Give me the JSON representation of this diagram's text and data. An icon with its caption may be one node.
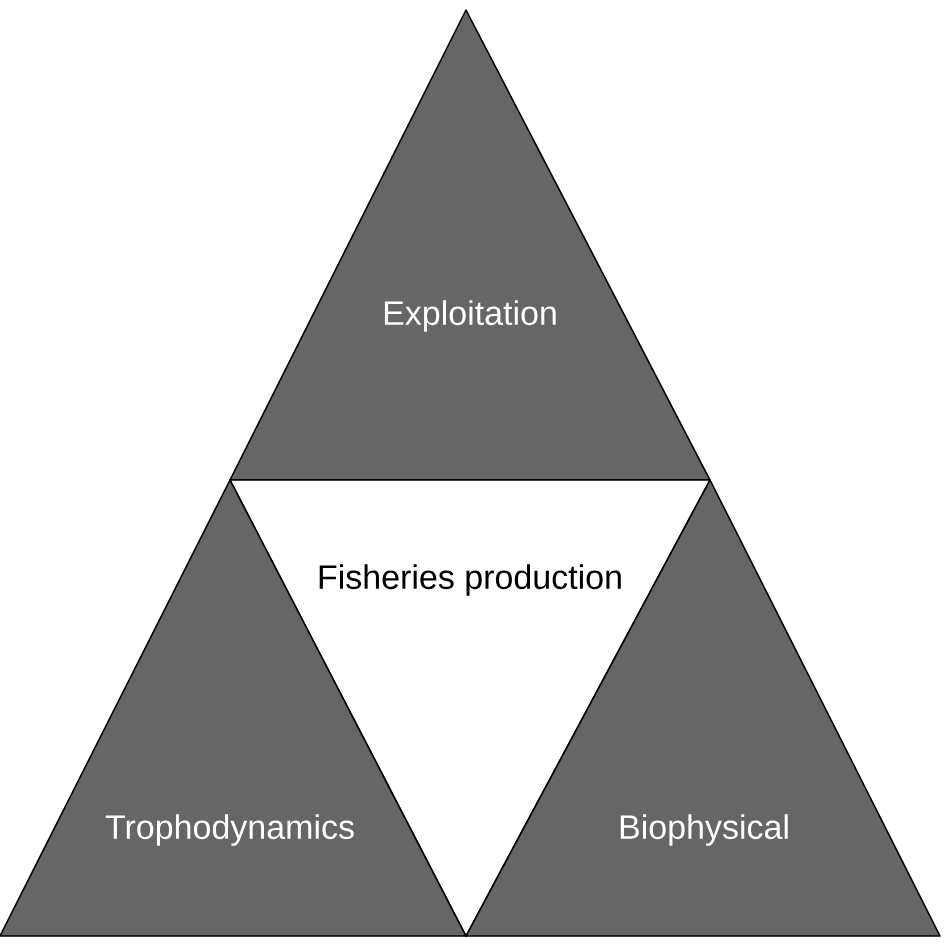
{
  "diagram": {
    "nodes": [
      {
        "text": [
          "Exploitation"
        ]
      },
      {
        "text": [
          "Fisheries production"
        ]
      },
      {
        "text": [
          "Trophodynamics"
        ]
      },
      {
        "text": [
          "Biophysical"
        ]
      }
    ]
  }
}
